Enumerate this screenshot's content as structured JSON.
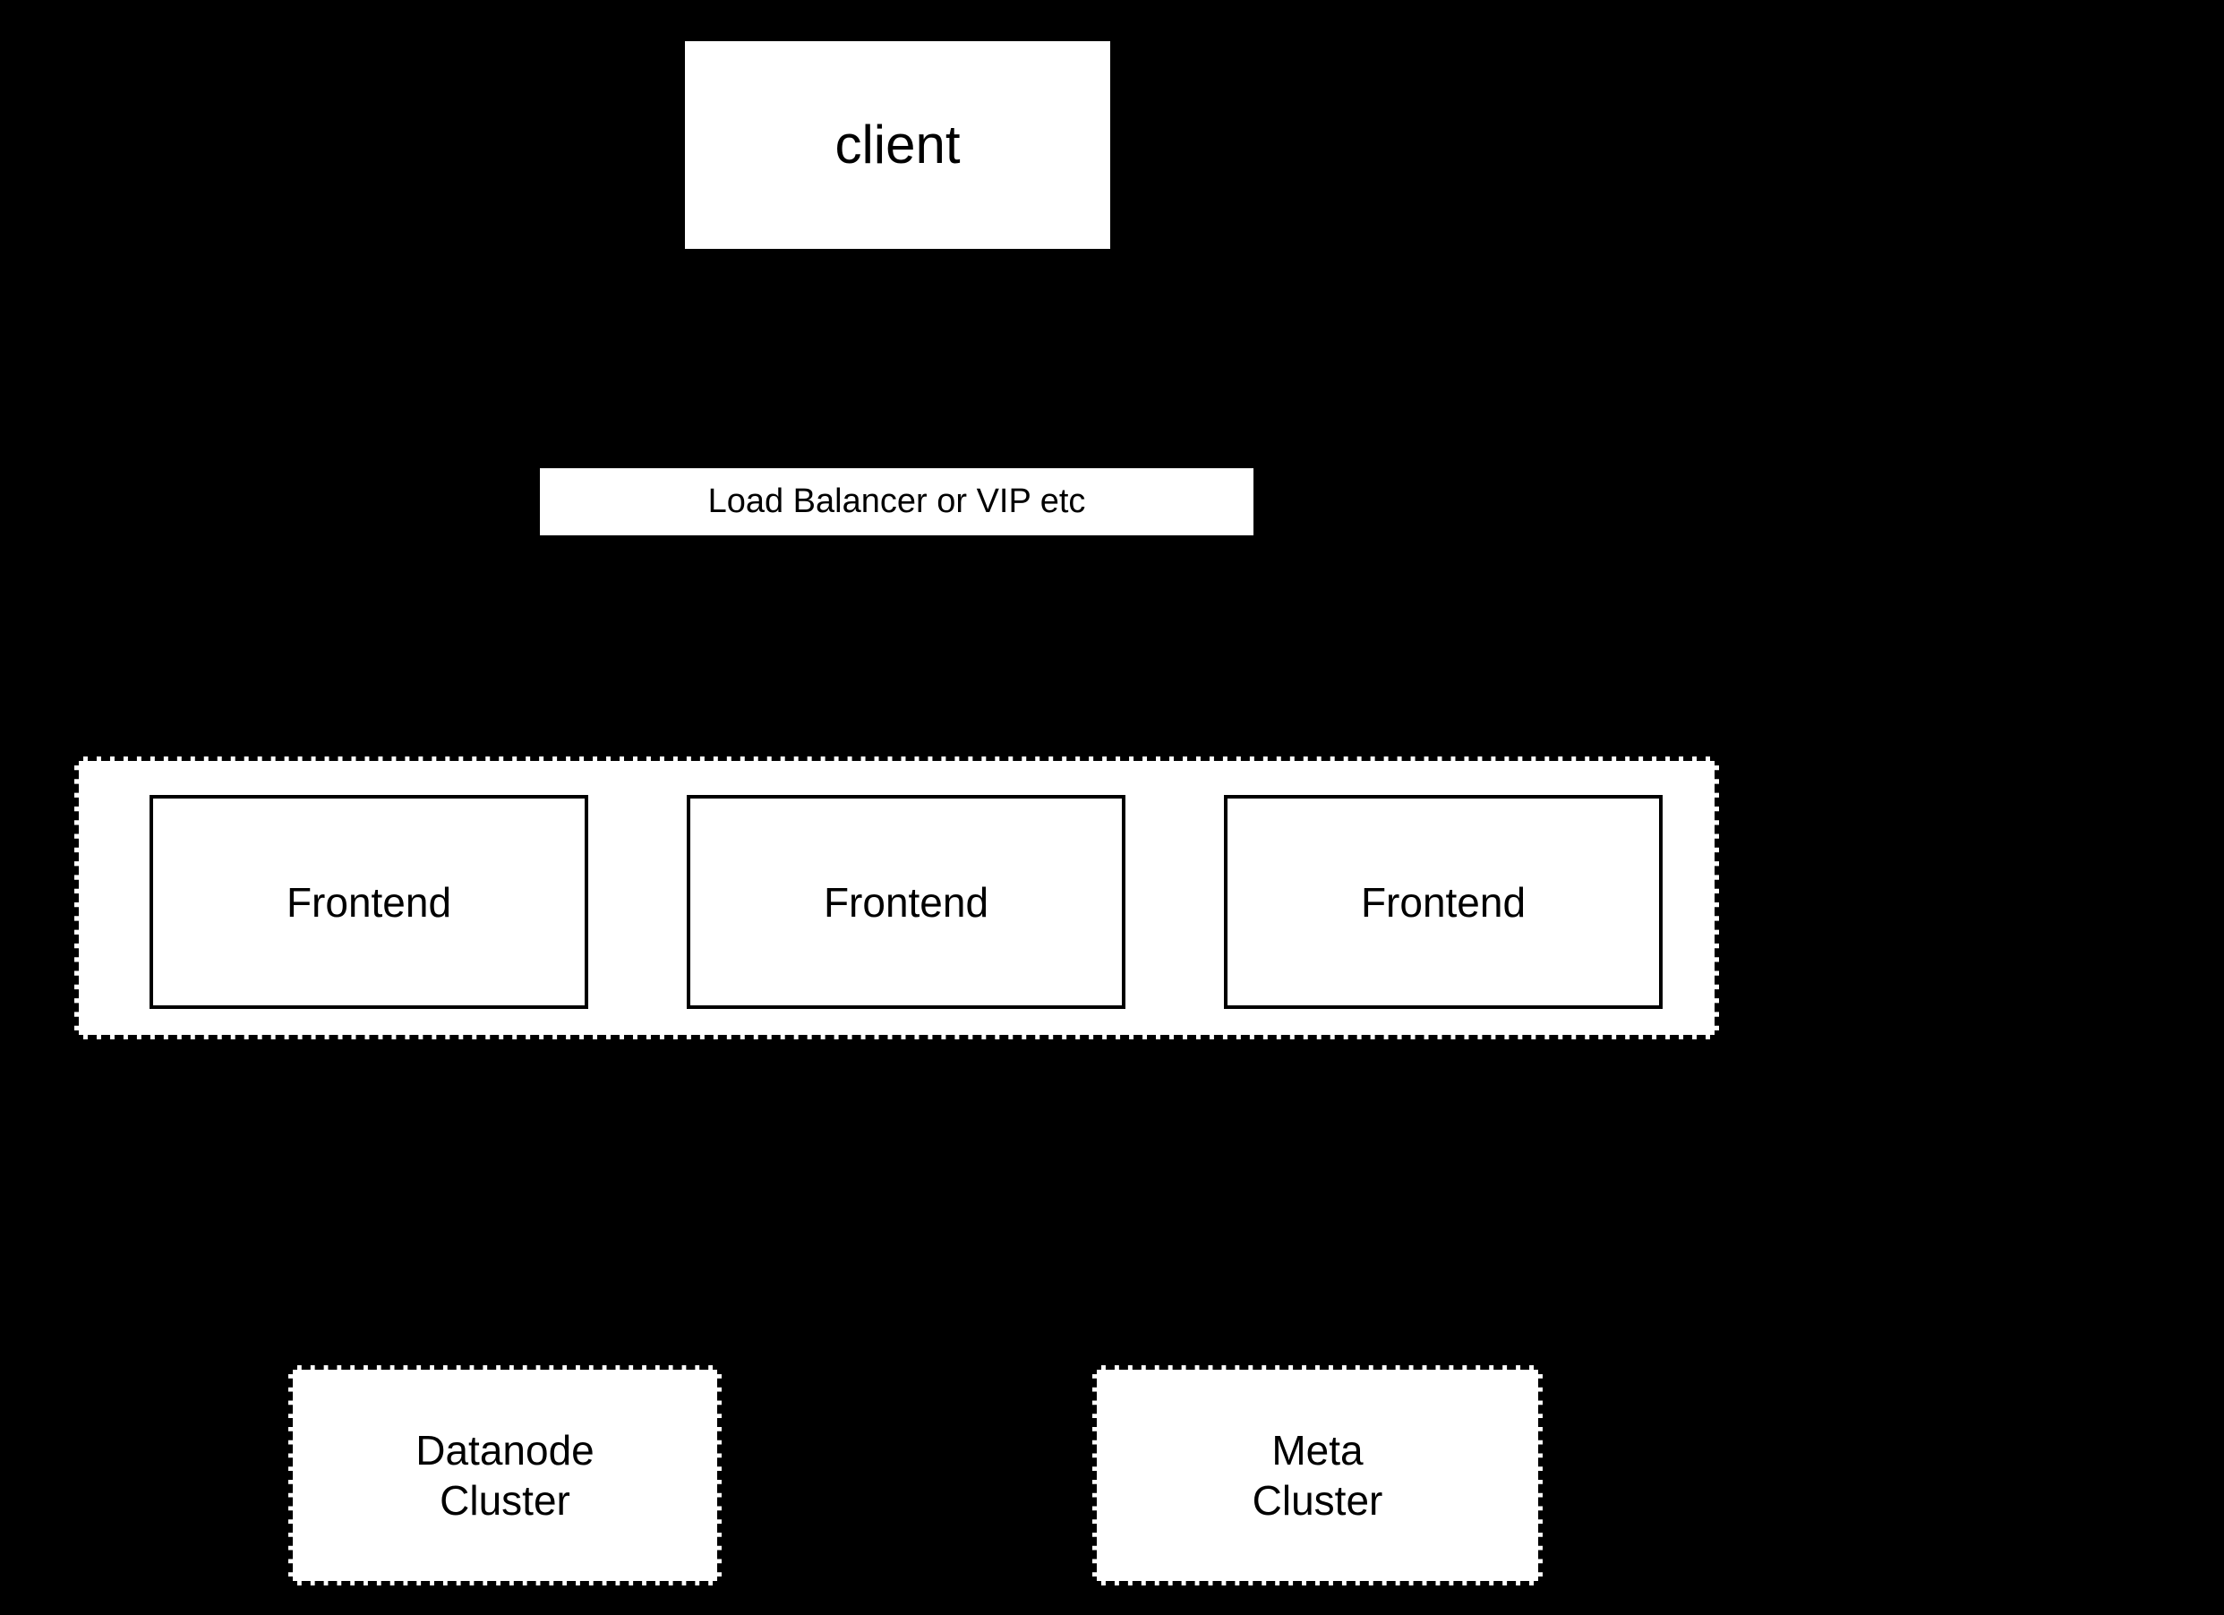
{
  "diagram": {
    "background_color": "#000000",
    "node_fill_color": "#ffffff",
    "node_text_color": "#000000",
    "node_border_color": "#000000",
    "nodes": {
      "client": {
        "label": "client",
        "shape": "rectangle",
        "border_style": "none"
      },
      "load_balancer": {
        "label": "Load Balancer or VIP etc",
        "shape": "rectangle",
        "border_style": "none"
      },
      "frontend_group": {
        "label": "",
        "shape": "rectangle",
        "border_style": "dashed",
        "members": [
          {
            "label": "Frontend",
            "border_style": "solid"
          },
          {
            "label": "Frontend",
            "border_style": "solid"
          },
          {
            "label": "Frontend",
            "border_style": "solid"
          }
        ]
      },
      "datanode_cluster": {
        "label": "Datanode\nCluster",
        "shape": "rectangle",
        "border_style": "dashed"
      },
      "meta_cluster": {
        "label": "Meta\nCluster",
        "shape": "rectangle",
        "border_style": "dashed"
      }
    }
  }
}
